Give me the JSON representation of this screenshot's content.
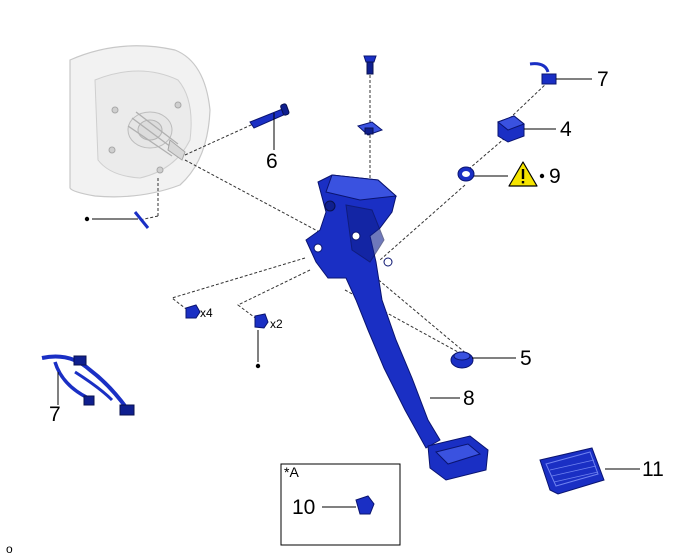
{
  "callouts": {
    "c4": "4",
    "c5": "5",
    "c6": "6",
    "c7_top": "7",
    "c7_bottom": "7",
    "c8": "8",
    "c9": "9",
    "c10": "10",
    "c11": "11"
  },
  "quantities": {
    "x4": "x4",
    "x2": "x2"
  },
  "inset_box": {
    "title": "*A"
  },
  "corner_mark": "o",
  "icons": {
    "warning": "warning-triangle-icon"
  },
  "colors": {
    "part_blue": "#1a2fc4",
    "warning_yellow": "#f5e400"
  }
}
